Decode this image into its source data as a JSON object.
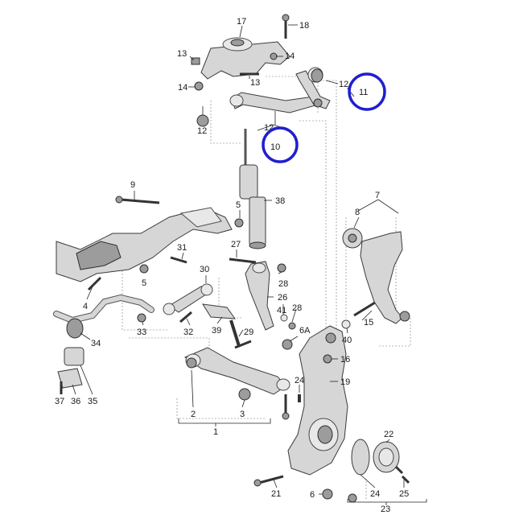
{
  "highlight_color": "#1f1fcf",
  "callouts": {
    "c17": "17",
    "c18": "18",
    "c13a": "13",
    "c14a": "14",
    "c13b": "13",
    "c14b": "14",
    "c12a": "12",
    "c11": "11",
    "c12b": "12",
    "c12c": "12",
    "c10": "10",
    "c9": "9",
    "c5a": "5",
    "c38": "38",
    "c7": "7",
    "c8": "8",
    "c27": "27",
    "c31": "31",
    "c5b": "5",
    "c30": "30",
    "c28a": "28",
    "c4": "4",
    "c26": "26",
    "c41": "41",
    "c28b": "28",
    "c33": "33",
    "c32": "32",
    "c39": "39",
    "c29": "29",
    "c6a": "6A",
    "c15": "15",
    "c40": "40",
    "c34": "34",
    "c16": "16",
    "c24a": "24",
    "c19": "19",
    "c37": "37",
    "c36": "36",
    "c35": "35",
    "c2": "2",
    "c3": "3",
    "c1": "1",
    "c22": "22",
    "c21": "21",
    "c6": "6",
    "c24b": "24",
    "c25": "25",
    "c23": "23"
  }
}
